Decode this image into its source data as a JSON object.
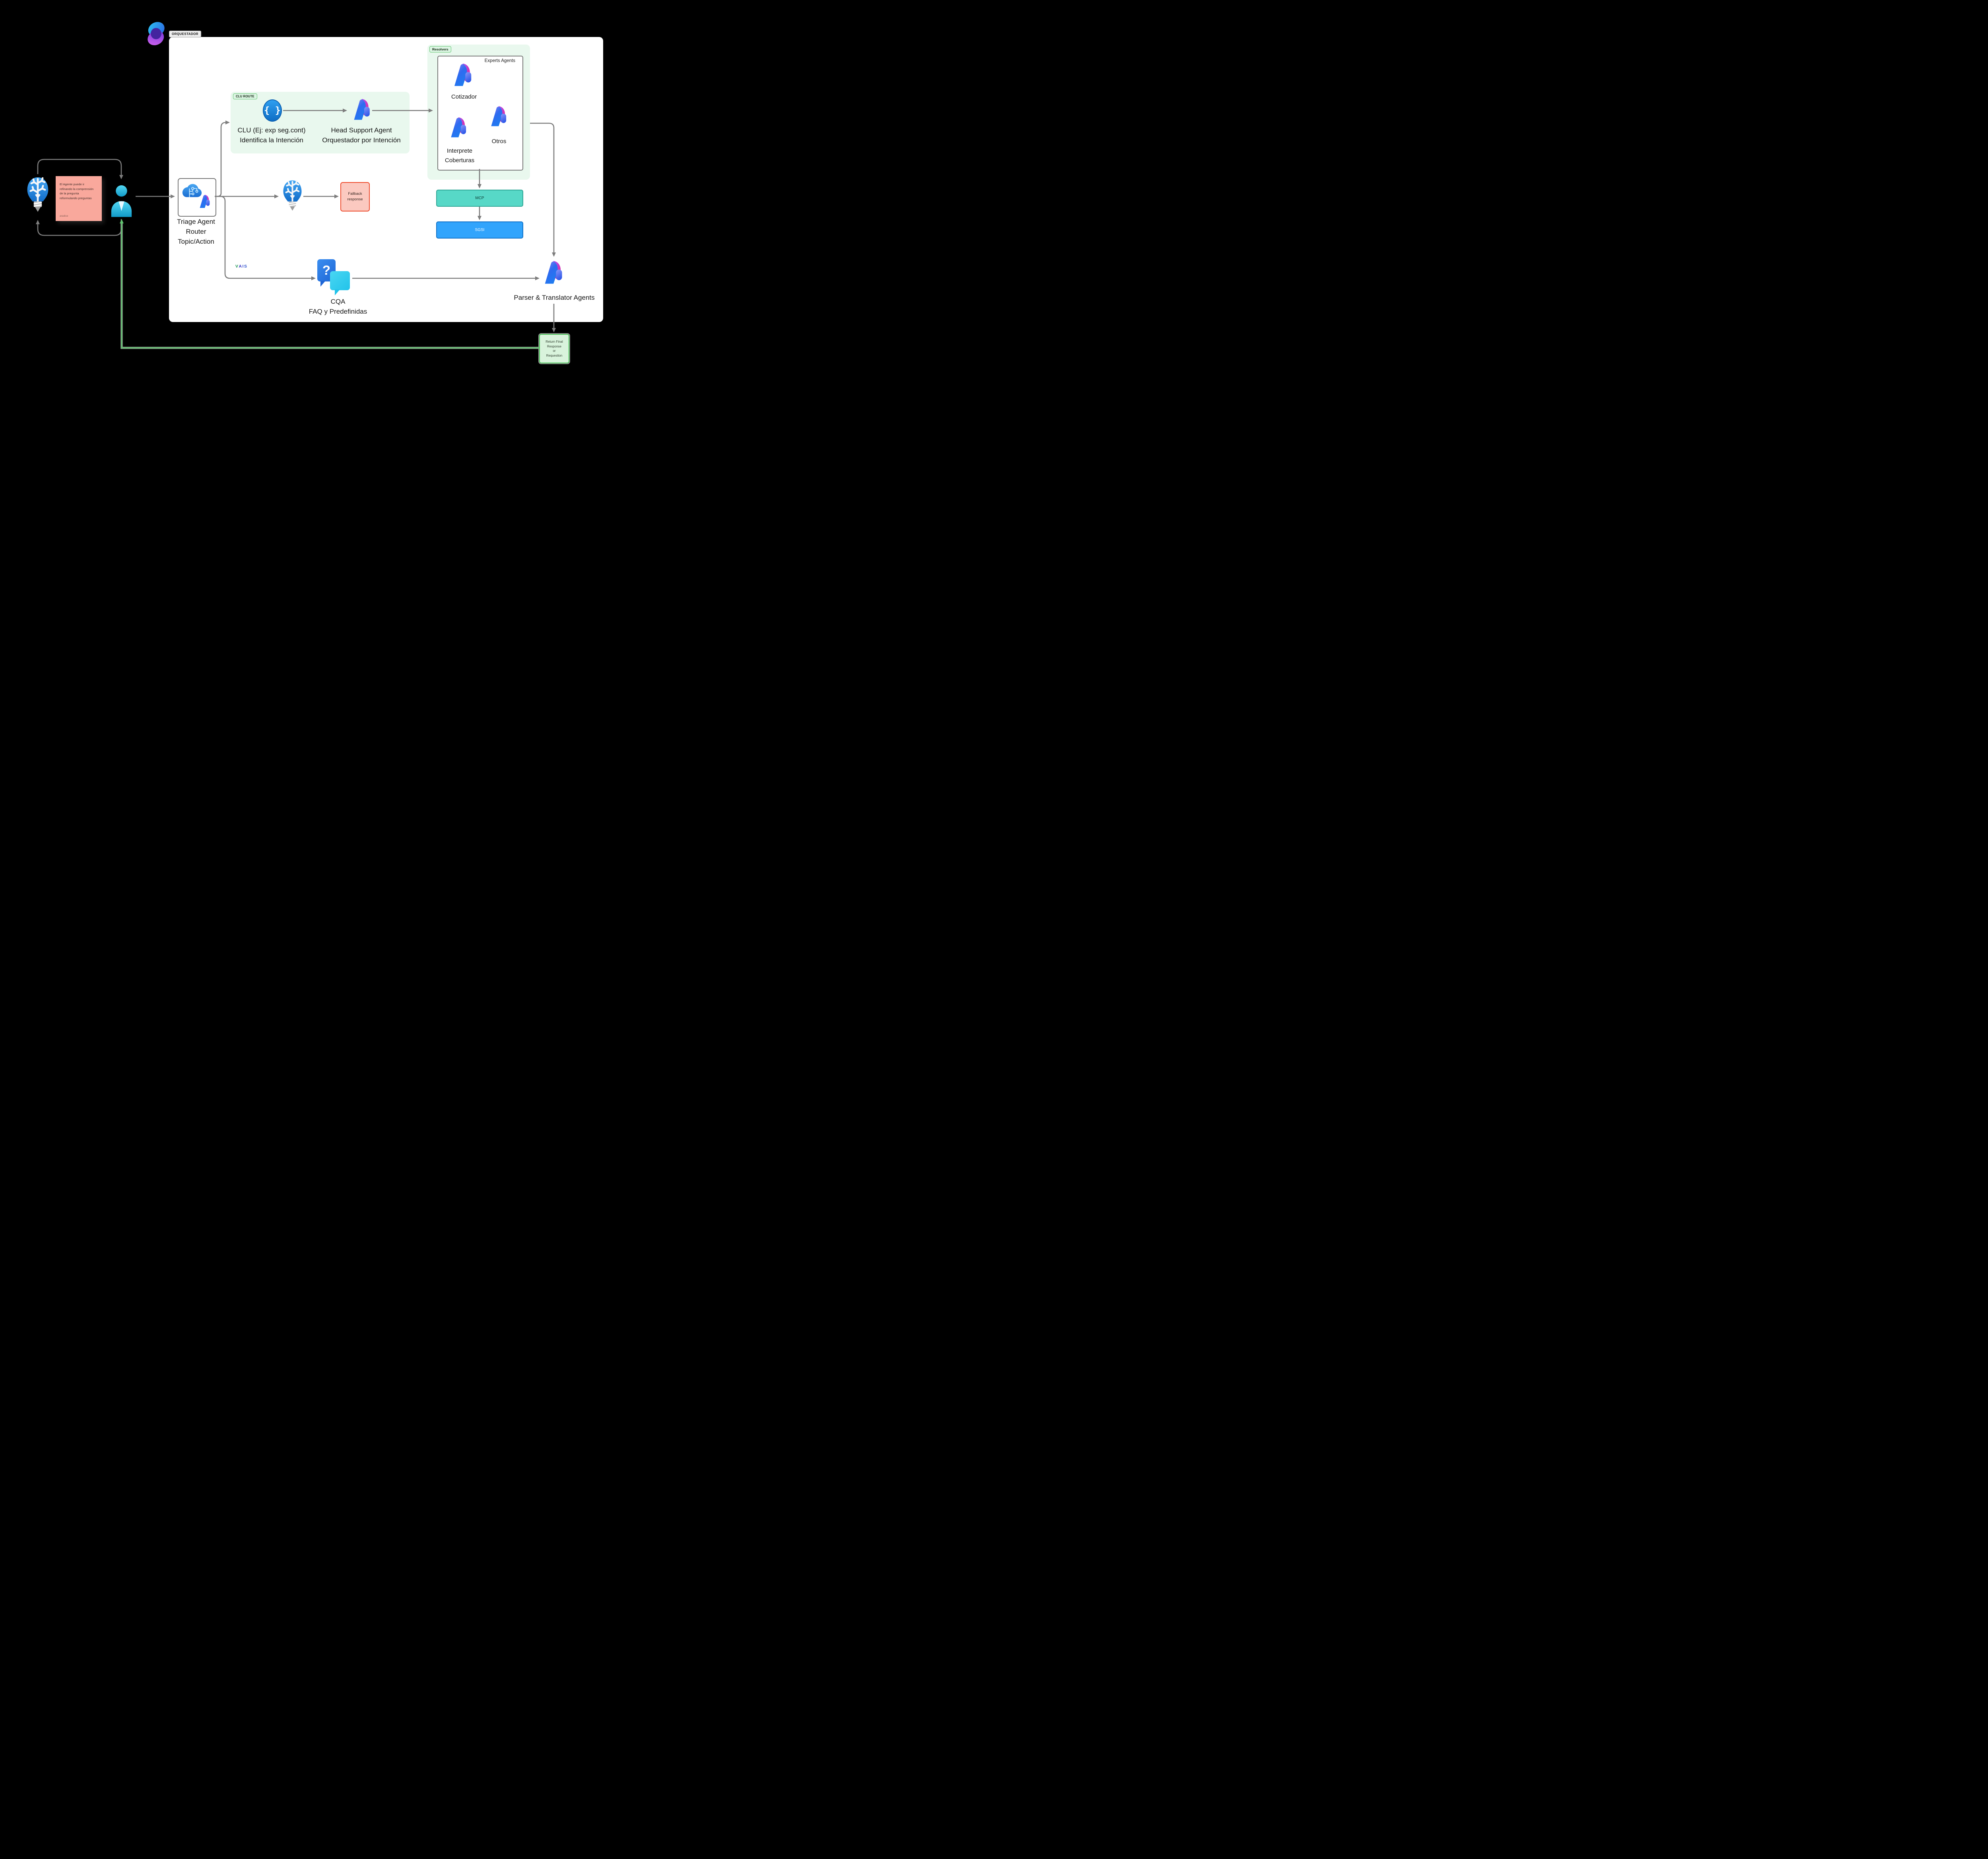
{
  "diagram": {
    "orchestrator_label": "ORQUESTADOR",
    "loop_note": {
      "lines": [
        "El Agente puede ir",
        "refinando la comprensión",
        "de la pregunta",
        "reformulando preguntas"
      ],
      "footer": "aradice"
    },
    "triage": {
      "lines": [
        "Triage Agent",
        "Router",
        "Topic/Action"
      ]
    },
    "clu_route": {
      "tag": "CLU ROUTE",
      "json_glyph": "{ }",
      "clu_lines": [
        "CLU (Ej: exp seg.cont)",
        "Identifica la Intención"
      ],
      "head_lines": [
        "Head Support Agent",
        "Orquestador por Intención"
      ]
    },
    "resolvers": {
      "tag": "Resolvers",
      "experts_title": "Experts Agents",
      "cotizador": "Cotizador",
      "interprete_lines": [
        "Interprete",
        "Coberturas"
      ],
      "otros": "Otros",
      "mcp": "MCP",
      "sgsi": "SGSI"
    },
    "fallback": {
      "lines": [
        "Fallback",
        "response"
      ]
    },
    "cqa": {
      "brand_glyphs": [
        "V",
        "A",
        "I",
        "S"
      ],
      "question_mark": "?",
      "lines": [
        "CQA",
        "FAQ y Predefinidas"
      ]
    },
    "parser_label": "Parser & Translator Agents",
    "return_box": {
      "lines": [
        "Return Final",
        "Response",
        "or",
        "Requestion"
      ]
    },
    "colors": {
      "background": "#000000",
      "canvas": "#ffffff",
      "soft_green_panel": "#e9f8ee",
      "green_border": "#5ec46d",
      "note_pink": "#f9a89c",
      "fallback_fill": "#fbc9c0",
      "fallback_border": "#ee4b2d",
      "mcp_fill": "#57d8c7",
      "mcp_border": "#2fa796",
      "sgsi_fill": "#31a4fc",
      "sgsi_border": "#1071c8",
      "connector_grey": "#7d7d7d",
      "return_green": "#5fc36e"
    }
  }
}
